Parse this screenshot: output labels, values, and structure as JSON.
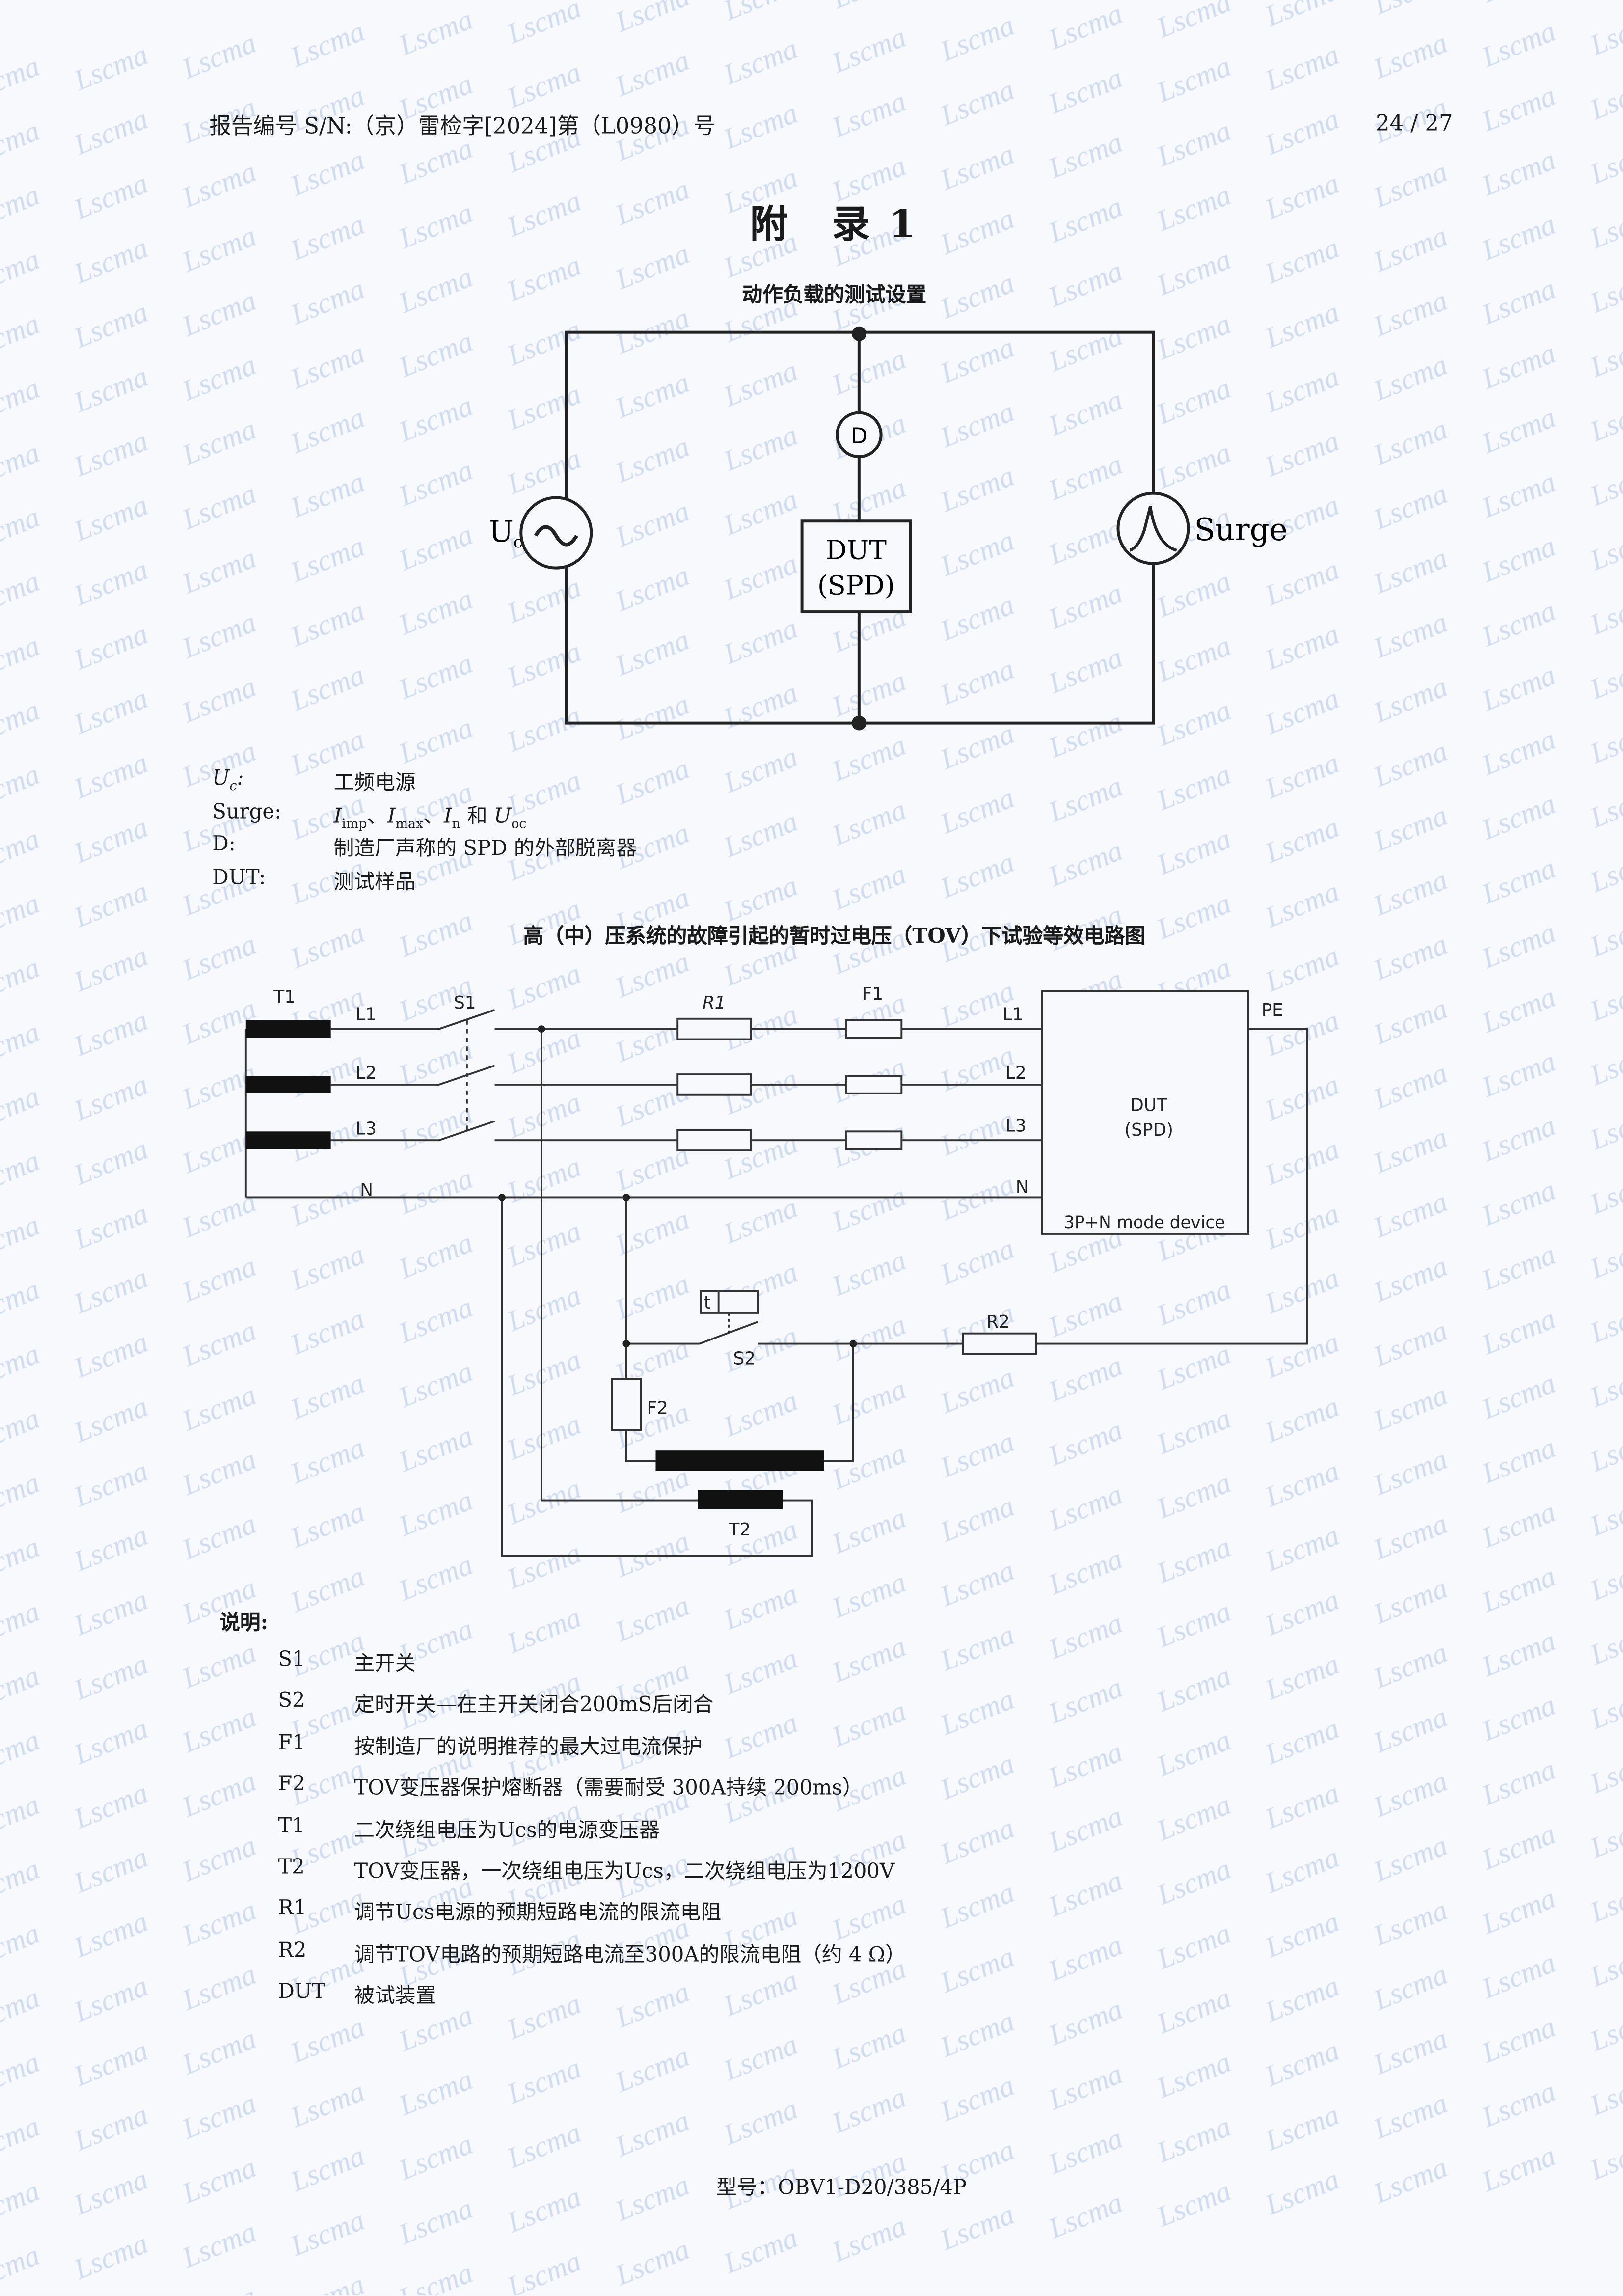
{
  "watermark": "Lscma",
  "header": {
    "report_no": "报告编号 S/N:（京）雷检字[2024]第（L0980）号",
    "page": "24 / 27"
  },
  "title": "附　录 1",
  "fig1": {
    "title": "动作负载的测试设置",
    "d": "D",
    "dut1": "DUT",
    "dut2": "(SPD)",
    "uc_main": "U",
    "uc_sub": "c",
    "surge": "Surge"
  },
  "legend1": [
    {
      "label_main": "U",
      "label_sub": "c",
      "label_suffix": ":",
      "text": "工频电源"
    },
    {
      "label": "Surge:",
      "text_parts": [
        "I",
        "imp",
        "、",
        "I",
        "max",
        "、",
        "I",
        "n",
        " 和 ",
        "U",
        "oc"
      ]
    },
    {
      "label": "D:",
      "text": "制造厂声称的 SPD 的外部脱离器"
    },
    {
      "label": "DUT:",
      "text": "测试样品"
    }
  ],
  "fig2": {
    "title": "高（中）压系统的故障引起的暂时过电压（TOV）下试验等效电路图",
    "t1": "T1",
    "s1": "S1",
    "r1": "R1",
    "f1": "F1",
    "l1": "L1",
    "l2": "L2",
    "l3": "L3",
    "n": "N",
    "pe": "PE",
    "dut1": "DUT",
    "dut2": "(SPD)",
    "mode": "3P+N  mode device",
    "t": "t",
    "s2": "S2",
    "r2": "R2",
    "f2": "F2",
    "t2": "T2"
  },
  "notes": {
    "heading": "说明:",
    "items": [
      {
        "k": "S1",
        "v": "主开关"
      },
      {
        "k": "S2",
        "v": "定时开关—在主开关闭合200mS后闭合"
      },
      {
        "k": "F1",
        "v": "按制造厂的说明推荐的最大过电流保护"
      },
      {
        "k": "F2",
        "v": "TOV变压器保护熔断器（需要耐受 300A持续 200ms）"
      },
      {
        "k": "T1",
        "v": "二次绕组电压为Ucs的电源变压器"
      },
      {
        "k": "T2",
        "v": "TOV变压器，一次绕组电压为Ucs，二次绕组电压为1200V"
      },
      {
        "k": "R1",
        "v": "调节Ucs电源的预期短路电流的限流电阻"
      },
      {
        "k": "R2",
        "v": "调节TOV电路的预期短路电流至300A的限流电阻（约 4 Ω）"
      },
      {
        "k": "DUT",
        "v": "被试装置"
      }
    ]
  },
  "footer": "型号：OBV1-D20/385/4P"
}
